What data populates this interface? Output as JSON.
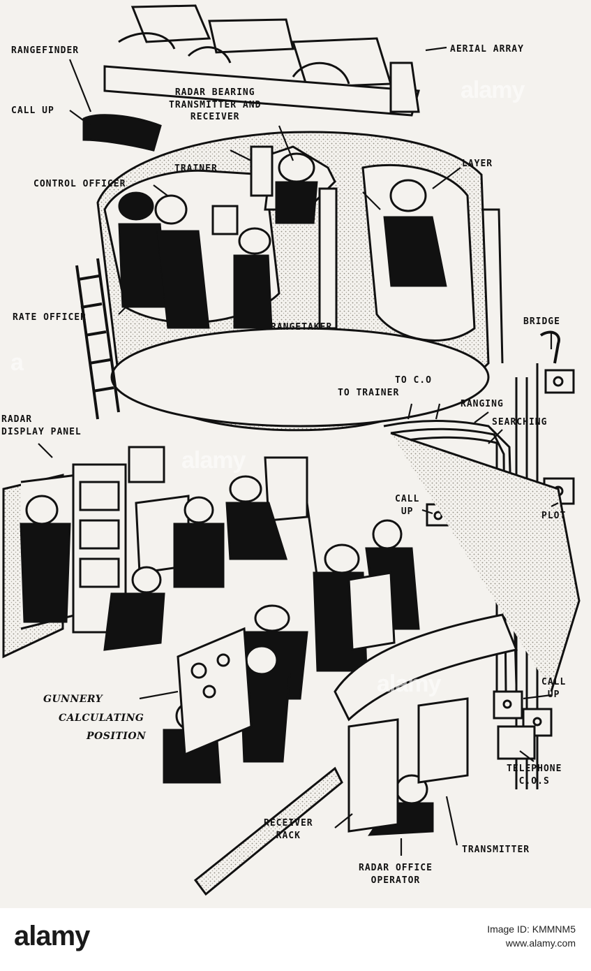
{
  "labels": {
    "rangefinder": "RANGEFINDER",
    "aerial_array": "AERIAL ARRAY",
    "call_up_top": "CALL UP",
    "radar_bearing_1": "RADAR BEARING",
    "radar_bearing_2": "TRANSMITTER AND",
    "radar_bearing_3": "RECEIVER",
    "trainer": "TRAINER",
    "control_officer": "CONTROL OFFICER",
    "layer": "LAYER",
    "rate_officer": "RATE OFFICER",
    "rangetaker": "RANGETAKER",
    "bridge": "BRIDGE",
    "to_co": "TO C.O",
    "to_trainer": "TO TRAINER",
    "ranging": "RANGING",
    "searching": "SEARCHING",
    "radar_display_1": "RADAR",
    "radar_display_2": "DISPLAY PANEL",
    "call_up_mid_1": "CALL",
    "call_up_mid_2": "UP",
    "plot": "PLOT",
    "gunnery_1": "GUNNERY",
    "gunnery_2": "CALCULATING",
    "gunnery_3": "POSITION",
    "call_up_right_1": "CALL",
    "call_up_right_2": "UP",
    "telephone_1": "TELEPHONE",
    "telephone_2": "C.O.S",
    "receiver_rack_1": "RECEIVER",
    "receiver_rack_2": "RACK",
    "transmitter": "TRANSMITTER",
    "radar_office_1": "RADAR OFFICE",
    "radar_office_2": "OPERATOR"
  },
  "footer": {
    "logo": "alamy",
    "image_id": "Image ID: KMMNM5",
    "site": "www.alamy.com"
  },
  "colors": {
    "ink": "#111111",
    "paper": "#f4f2ee",
    "stipple": "#b8b4ac"
  }
}
